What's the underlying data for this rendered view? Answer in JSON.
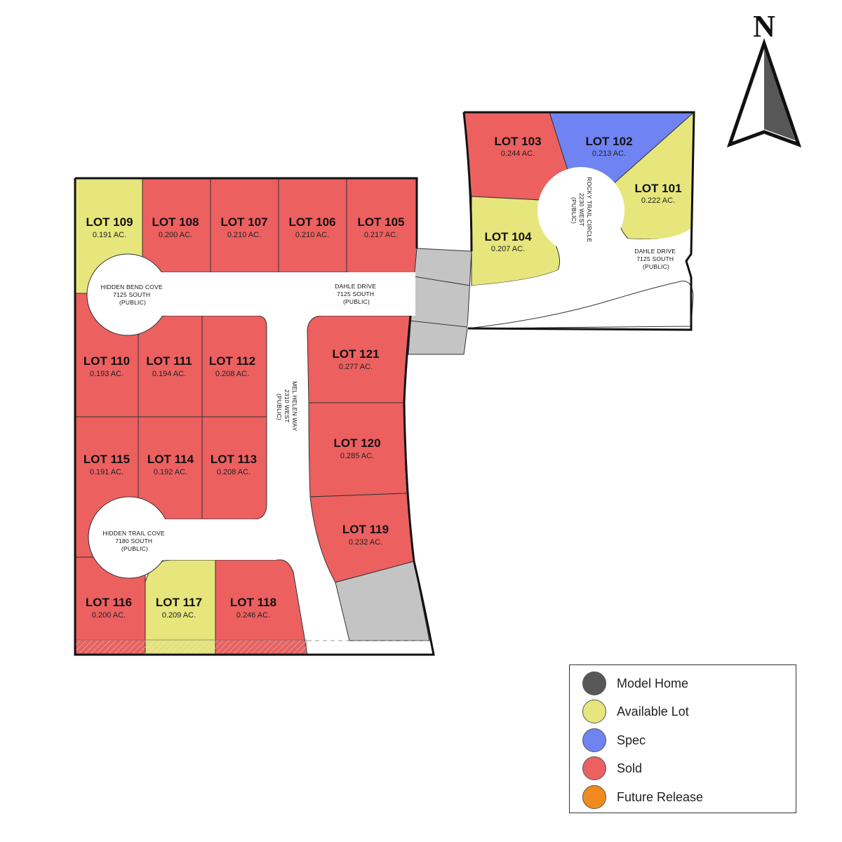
{
  "colors": {
    "model_home": "#575757",
    "available": "#e6e67c",
    "spec": "#6f83f2",
    "sold": "#ec6060",
    "future": "#f08a1e",
    "preserved": "#c4c4c4"
  },
  "north": {
    "letter": "N"
  },
  "lots": [
    {
      "id": "109",
      "label": "LOT 109",
      "acres": "0.191 AC.",
      "status": "available"
    },
    {
      "id": "108",
      "label": "LOT 108",
      "acres": "0.200 AC.",
      "status": "sold"
    },
    {
      "id": "107",
      "label": "LOT 107",
      "acres": "0.210 AC.",
      "status": "sold"
    },
    {
      "id": "106",
      "label": "LOT 106",
      "acres": "0.210 AC.",
      "status": "sold"
    },
    {
      "id": "105",
      "label": "LOT 105",
      "acres": "0.217 AC.",
      "status": "sold"
    },
    {
      "id": "103",
      "label": "LOT 103",
      "acres": "0.244 AC.",
      "status": "sold"
    },
    {
      "id": "102",
      "label": "LOT 102",
      "acres": "0.213 AC.",
      "status": "spec"
    },
    {
      "id": "101",
      "label": "LOT 101",
      "acres": "0.222 AC.",
      "status": "available"
    },
    {
      "id": "104",
      "label": "LOT 104",
      "acres": "0.207 AC.",
      "status": "available"
    },
    {
      "id": "110",
      "label": "LOT 110",
      "acres": "0.193 AC.",
      "status": "sold"
    },
    {
      "id": "111",
      "label": "LOT 111",
      "acres": "0.194 AC.",
      "status": "sold"
    },
    {
      "id": "112",
      "label": "LOT 112",
      "acres": "0.208 AC.",
      "status": "sold"
    },
    {
      "id": "121",
      "label": "LOT 121",
      "acres": "0.277 AC.",
      "status": "sold"
    },
    {
      "id": "115",
      "label": "LOT 115",
      "acres": "0.191 AC.",
      "status": "sold"
    },
    {
      "id": "114",
      "label": "LOT 114",
      "acres": "0.192 AC.",
      "status": "sold"
    },
    {
      "id": "113",
      "label": "LOT 113",
      "acres": "0.208 AC.",
      "status": "sold"
    },
    {
      "id": "120",
      "label": "LOT 120",
      "acres": "0.285 AC.",
      "status": "sold"
    },
    {
      "id": "119",
      "label": "LOT 119",
      "acres": "0.232 AC.",
      "status": "sold"
    },
    {
      "id": "116",
      "label": "LOT 116",
      "acres": "0.200 AC.",
      "status": "sold"
    },
    {
      "id": "117",
      "label": "LOT 117",
      "acres": "0.209 AC.",
      "status": "available"
    },
    {
      "id": "118",
      "label": "LOT 118",
      "acres": "0.246 AC.",
      "status": "sold"
    }
  ],
  "roads": {
    "hidden_bend": [
      "HIDDEN BEND COVE",
      "7125 SOUTH",
      "(PUBLIC)"
    ],
    "dahle_west": [
      "DAHLE DRIVE",
      "7125 SOUTH",
      "(PUBLIC)"
    ],
    "dahle_east": [
      "DAHLE DRIVE",
      "7125 SOUTH",
      "(PUBLIC)"
    ],
    "hidden_trail": [
      "HIDDEN TRAIL COVE",
      "7180 SOUTH",
      "(PUBLIC)"
    ],
    "mel_helen": [
      "MEL HELEN WAY",
      "2310 WEST",
      "(PUBLIC)"
    ],
    "rocky_trail": [
      "ROCKY TRAIL CIRCLE",
      "2230 WEST",
      "(PUBLIC)"
    ]
  },
  "legend": [
    {
      "label": "Model Home",
      "status": "model_home"
    },
    {
      "label": "Available Lot",
      "status": "available"
    },
    {
      "label": "Spec",
      "status": "spec"
    },
    {
      "label": "Sold",
      "status": "sold"
    },
    {
      "label": "Future Release",
      "status": "future"
    }
  ]
}
